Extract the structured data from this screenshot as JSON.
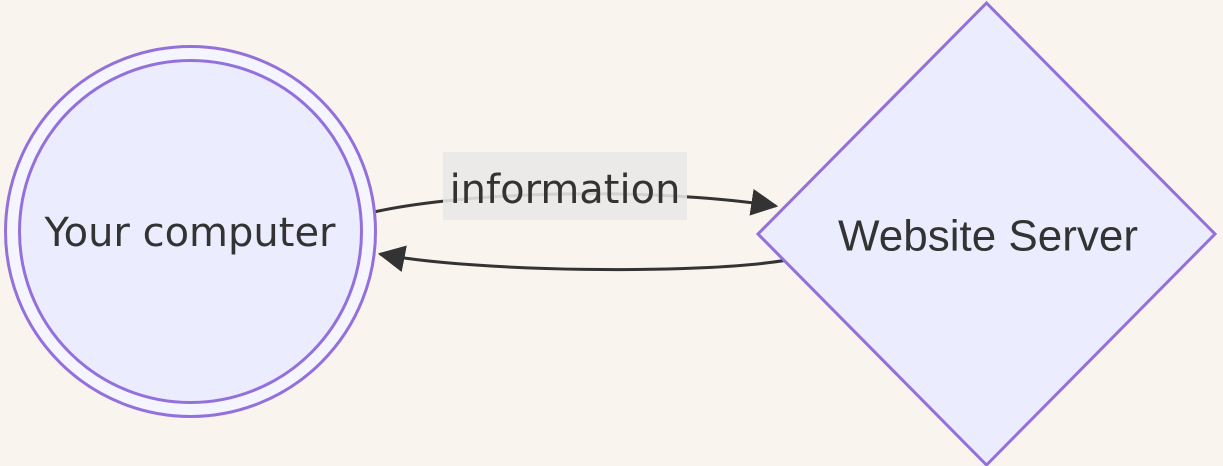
{
  "diagram": {
    "type": "flowchart-LR",
    "background": "#faf4ee",
    "colors": {
      "node_fill": "#ECECFF",
      "node_fill_ring": "#f5f5ff",
      "node_stroke": "#9370DB",
      "edge_color": "#333333",
      "edge_label_bg": "#e8e8e8",
      "text_color": "#333333"
    },
    "nodes": [
      {
        "id": "computer",
        "shape": "double-circle",
        "label": "Your computer"
      },
      {
        "id": "server",
        "shape": "diamond",
        "label": "Website Server"
      }
    ],
    "edges": [
      {
        "from": "computer",
        "to": "server",
        "label": "information",
        "direction": "forward"
      },
      {
        "from": "server",
        "to": "computer",
        "label": "",
        "direction": "back"
      }
    ]
  }
}
